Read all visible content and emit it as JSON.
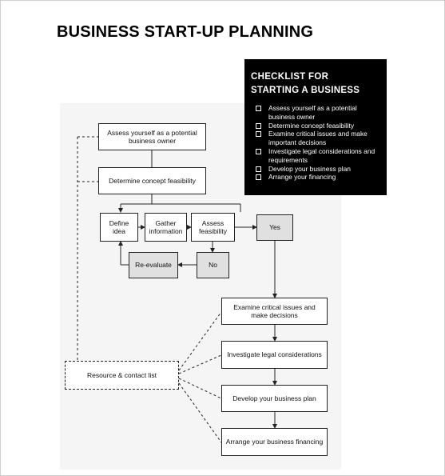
{
  "title": "BUSINESS START-UP PLANNING",
  "checklist": {
    "title_lines": [
      "CHECKLIST FOR",
      "STARTING A BUSINESS"
    ],
    "items": [
      "Assess yourself as a potential business owner",
      "Determine concept feasibility",
      "Examine critical issues and make important decisions",
      "Investigate legal considerations and requirements",
      "Develop your business plan",
      "Arrange your financing"
    ]
  },
  "nodes": {
    "assess_yourself": "Assess yourself as a potential business owner",
    "determine_concept": "Determine concept feasibility",
    "define_idea": "Define idea",
    "gather_information": "Gather information",
    "assess_feasibility": "Assess feasibility",
    "yes": "Yes",
    "no": "No",
    "re_evaluate": "Re-evaluate",
    "examine_issues": "Examine critical issues and make decisions",
    "investigate_legal": "Investigate legal considerations",
    "develop_plan": "Develop your business plan",
    "arrange_financing": "Arrange your business financing",
    "resource_list": "Resource & contact list"
  },
  "colors": {
    "checklist_bg": "#000000",
    "shaded_node": "#e0e0e0",
    "canvas_bg": "#f5f5f5"
  }
}
